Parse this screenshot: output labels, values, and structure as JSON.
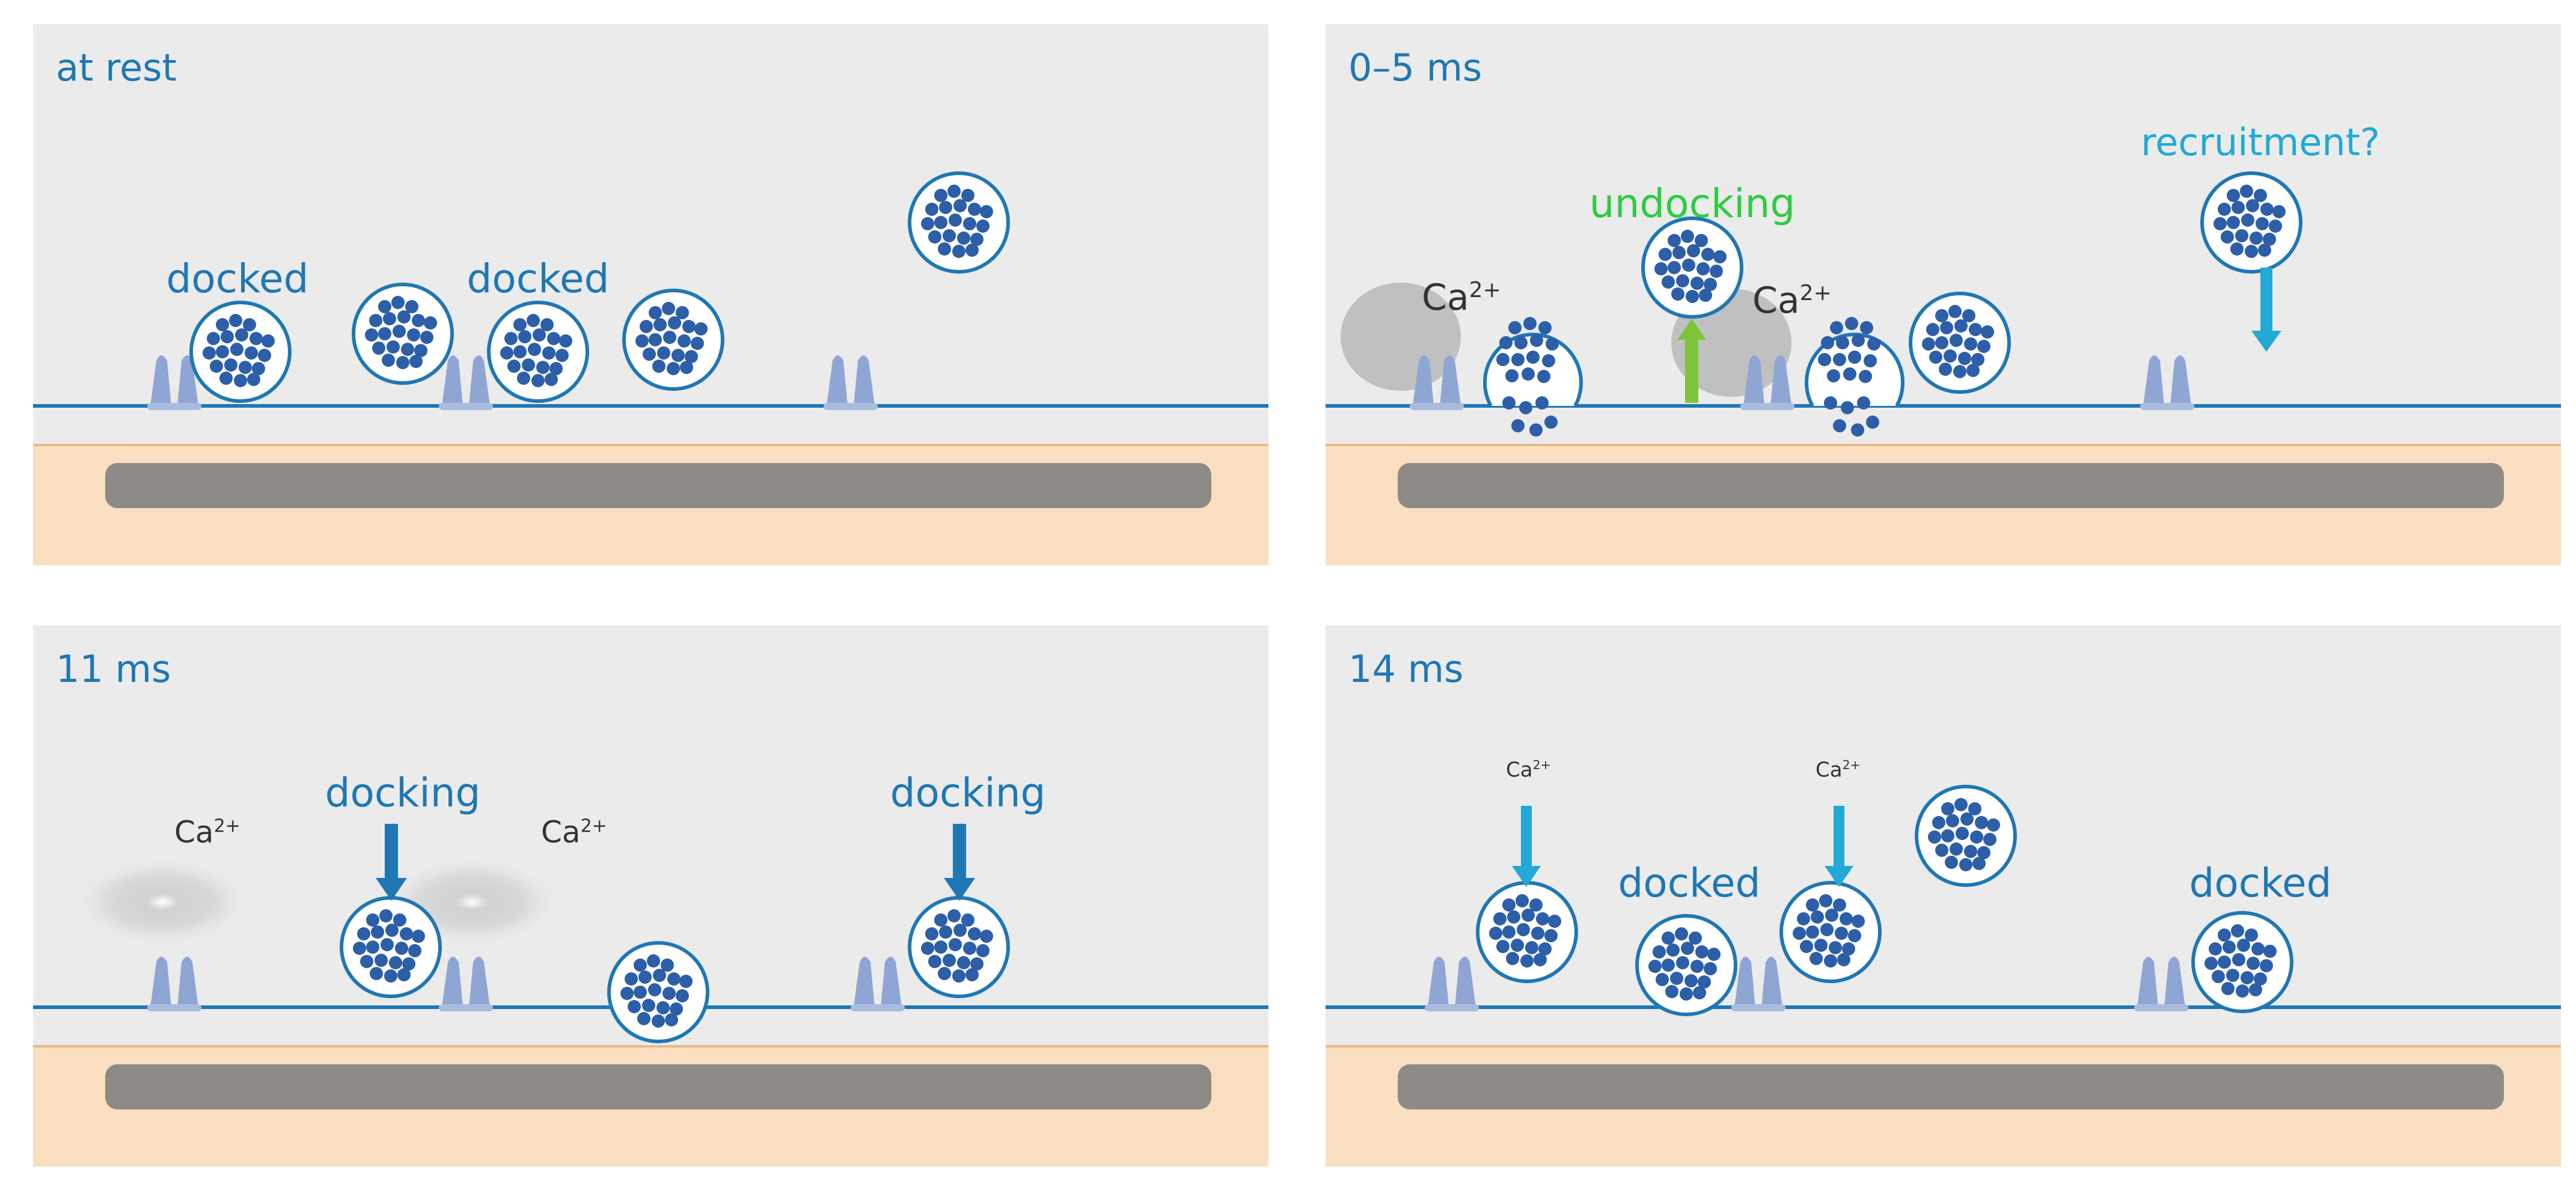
{
  "panels": [
    {
      "title": "at rest",
      "labels": {
        "docked_1": "docked",
        "docked_2": "docked"
      }
    },
    {
      "title": "0–5 ms",
      "labels": {
        "undocking": "undocking",
        "recruitment": "recruitment?",
        "ca_1": "Ca",
        "ca_2": "Ca",
        "ca_sup": "2+"
      }
    },
    {
      "title": "11 ms",
      "labels": {
        "docking_1": "docking",
        "docking_2": "docking",
        "ca_1": "Ca",
        "ca_2": "Ca",
        "ca_sup": "2+"
      }
    },
    {
      "title": "14 ms",
      "labels": {
        "docked_1": "docked",
        "docked_2": "docked",
        "ca_1": "Ca",
        "ca_2": "Ca",
        "ca_sup": "2+"
      }
    }
  ],
  "colors": {
    "panel_background": "#ebebeb",
    "membrane_line": "#1f77b4",
    "postsynaptic_density": "#f9dfc0",
    "cytomatrix": "#7b7b7b",
    "vesicle_outline": "#1f77b4",
    "vesicle_dots": "#2d5ea8",
    "calcium_channel": "#8fa6d4",
    "docking_arrow": "#1f77b4",
    "recruitment_arrow": "#22a9d6",
    "undocking_arrow": "#7ec43b"
  }
}
